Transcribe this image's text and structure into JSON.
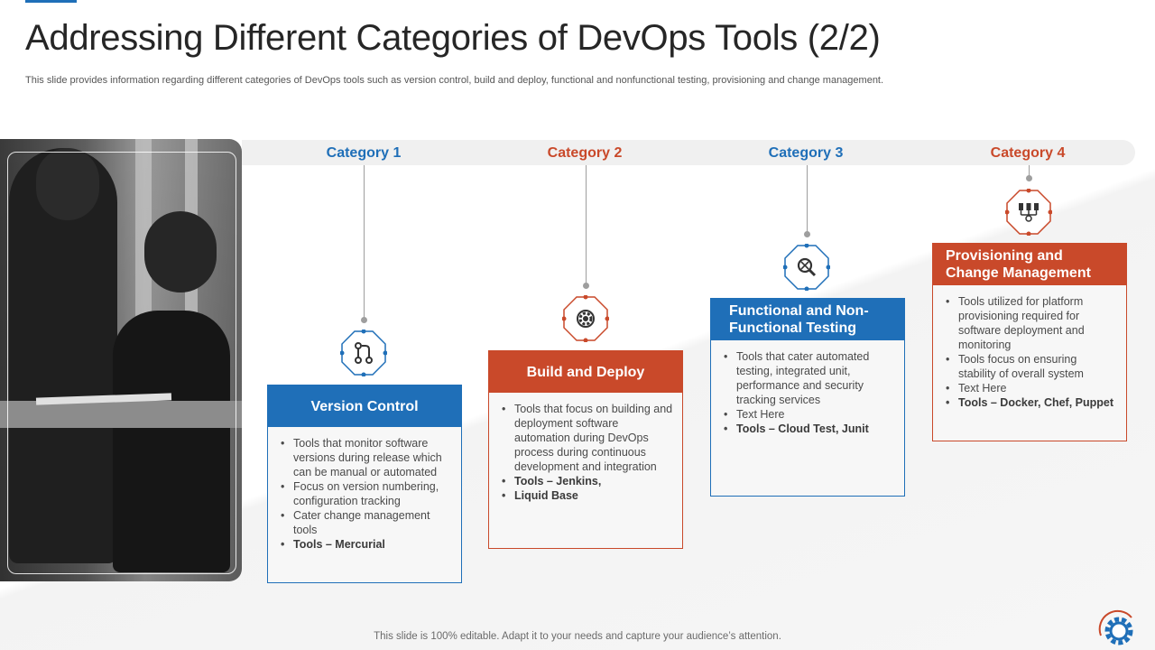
{
  "slide": {
    "title": "Addressing Different Categories of DevOps Tools (2/2)",
    "subtitle": "This slide provides information regarding different categories of DevOps tools such as version control, build and deploy, functional and nonfunctional testing, provisioning and change management.",
    "footer": "This slide is 100% editable. Adapt it to your needs and capture your audience’s attention."
  },
  "colors": {
    "blue": "#1f6fb8",
    "orange": "#c9492a"
  },
  "categories": [
    {
      "label": "Category 1",
      "icon": "git-branch-icon",
      "heading": "Version Control",
      "bullets": [
        {
          "text": "Tools that monitor software versions during release which can be manual or automated",
          "bold": false
        },
        {
          "text": "Focus on version numbering, configuration tracking",
          "bold": false
        },
        {
          "text": "Cater change management tools",
          "bold": false
        },
        {
          "text": "Tools – Mercurial",
          "bold": true
        }
      ]
    },
    {
      "label": "Category 2",
      "icon": "gear-icon",
      "heading": "Build and Deploy",
      "bullets": [
        {
          "text": "Tools that focus on building and deployment software automation during DevOps process during continuous development and integration",
          "bold": false
        },
        {
          "text": "Tools – Jenkins,",
          "bold": true
        },
        {
          "text": "Liquid Base",
          "bold": true
        }
      ]
    },
    {
      "label": "Category 3",
      "icon": "magnifier-tools-icon",
      "heading": "Functional and Non-Functional Testing",
      "bullets": [
        {
          "text": "Tools that cater automated testing, integrated unit, performance and security tracking services",
          "bold": false
        },
        {
          "text": "Text Here",
          "bold": false
        },
        {
          "text": "Tools – Cloud Test, Junit",
          "bold": true
        }
      ]
    },
    {
      "label": "Category 4",
      "icon": "servers-icon",
      "heading": "Provisioning and Change Management",
      "bullets": [
        {
          "text": "Tools utilized for platform provisioning required for software deployment and monitoring",
          "bold": false
        },
        {
          "text": "Tools focus on ensuring stability of overall system",
          "bold": false
        },
        {
          "text": "Text Here",
          "bold": false
        },
        {
          "text": "Tools – Docker, Chef, Puppet",
          "bold": true
        }
      ]
    }
  ]
}
